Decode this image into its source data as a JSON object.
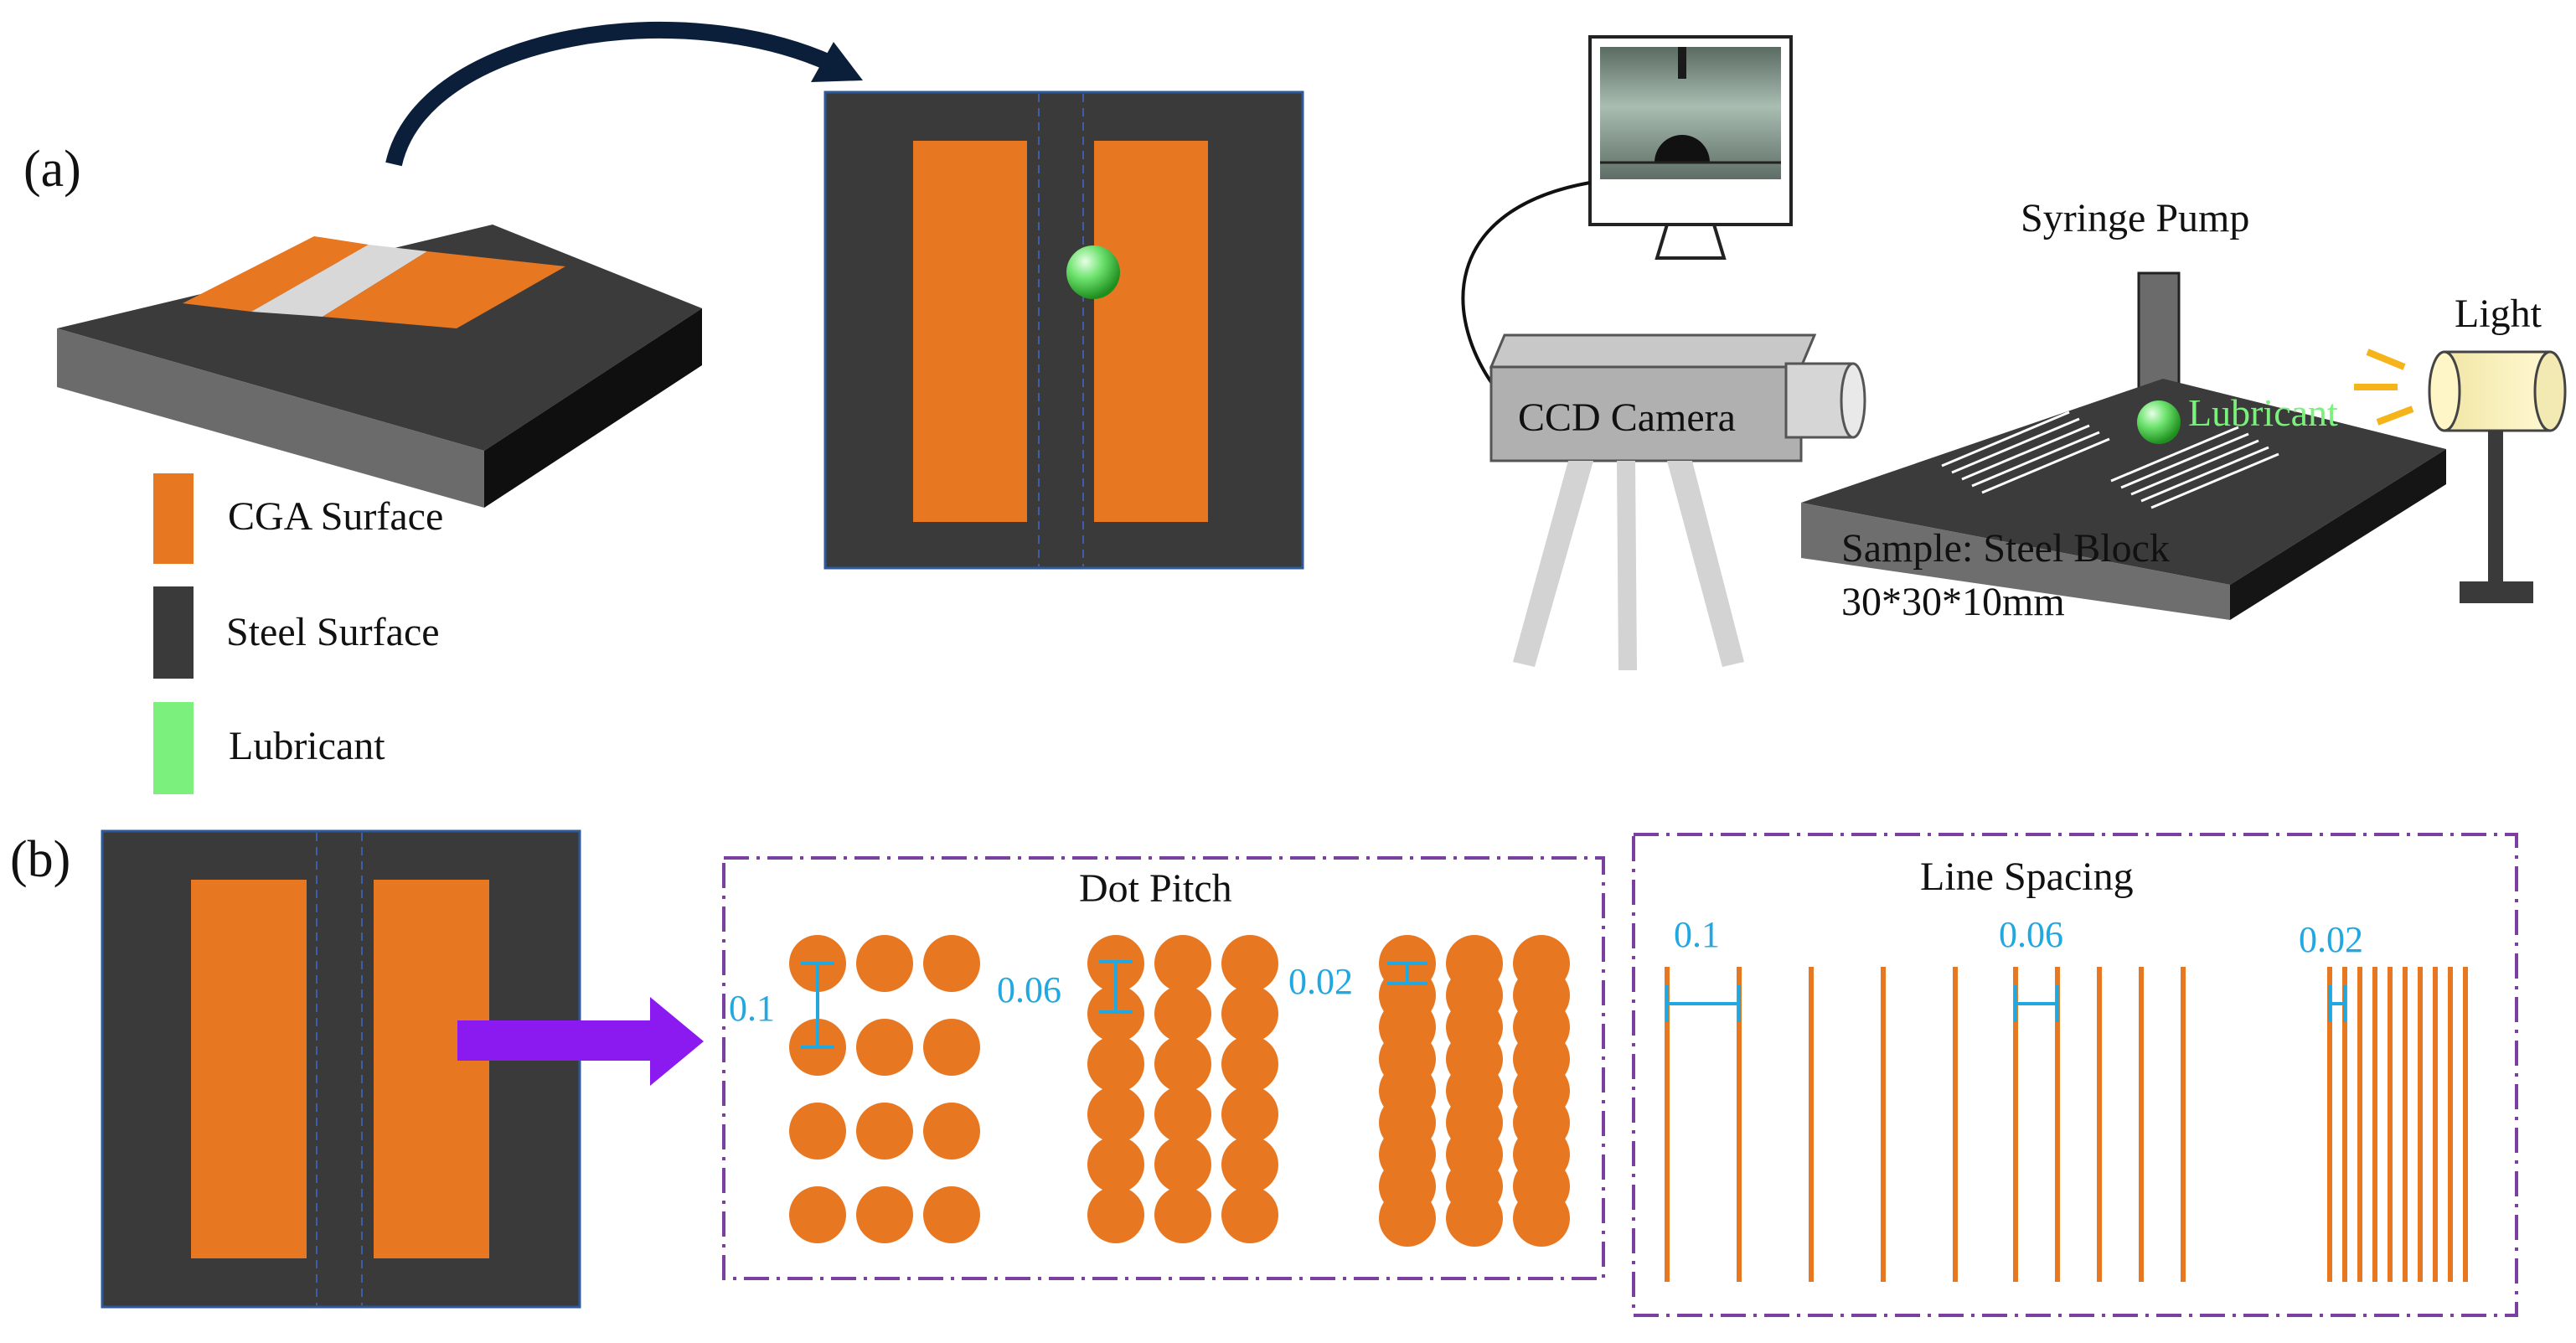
{
  "panel_labels": {
    "a": "(a)",
    "b": "(b)"
  },
  "legend": [
    {
      "label": "CGA Surface",
      "color": "#E87722"
    },
    {
      "label": "Steel Surface",
      "color": "#3A3A3A"
    },
    {
      "label": "Lubricant",
      "color": "#7CF07C"
    }
  ],
  "setup": {
    "syringe_pump": "Syringe Pump",
    "light": "Light",
    "lubricant": "Lubricant",
    "ccd_camera": "CCD Camera",
    "sample_line1": "Sample:  Steel Block",
    "sample_line2": "30*30*10mm"
  },
  "dot_pitch": {
    "title": "Dot Pitch",
    "groups": [
      {
        "label": "0.1",
        "rows": 4,
        "cols": 3
      },
      {
        "label": "0.06",
        "rows": 6,
        "cols": 3
      },
      {
        "label": "0.02",
        "rows": 9,
        "cols": 3
      }
    ]
  },
  "line_spacing": {
    "title": "Line Spacing",
    "groups": [
      {
        "label": "0.1",
        "lines": 5
      },
      {
        "label": "0.06",
        "lines": 5
      },
      {
        "label": "0.02",
        "lines": 10
      }
    ]
  },
  "colors": {
    "cga": "#E87722",
    "steel": "#3A3A3A",
    "lubricant": "#7CF07C",
    "dimension": "#22A8E0",
    "frame": "#7B3FA0",
    "arrow": "#8B1AF0",
    "curved_arrow": "#0B1F3A"
  }
}
